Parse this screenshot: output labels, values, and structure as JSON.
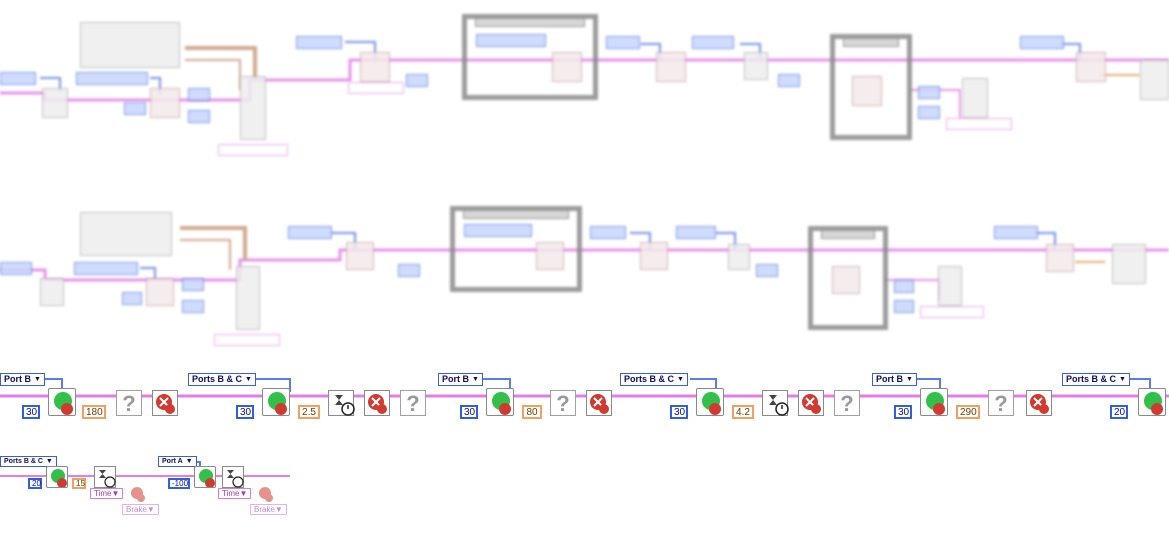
{
  "colors": {
    "wire": "#e27ee8",
    "wire_blue": "#5d7de6",
    "terminal_blue": "#3060e0",
    "terminal_orange": "#f0a060",
    "motor_green": "#32c04a",
    "stop_red": "#d13a30",
    "loop_gray": "#8a8a8a"
  },
  "icons": {
    "motor": "motor-block-icon",
    "stop": "stop-motor-icon",
    "wait": "wait-timer-icon",
    "unknown": "question-mark-icon"
  },
  "row3": {
    "ports": [
      "Port B",
      "Ports B & C",
      "Port B",
      "Ports B & C",
      "Port B",
      "Ports B & C"
    ],
    "powers": [
      "30",
      "30",
      "30",
      "30",
      "30",
      "20"
    ],
    "values": [
      "180",
      "2.5",
      "80",
      "4.2",
      "290"
    ],
    "question": "?"
  },
  "row4": {
    "ports": [
      "Ports B & C",
      "Port A"
    ],
    "powers": [
      "20",
      "-100"
    ],
    "values": [
      "15"
    ],
    "time_labels": [
      "Time",
      "Time"
    ],
    "brake_labels": [
      "Brake",
      "Brake"
    ]
  }
}
